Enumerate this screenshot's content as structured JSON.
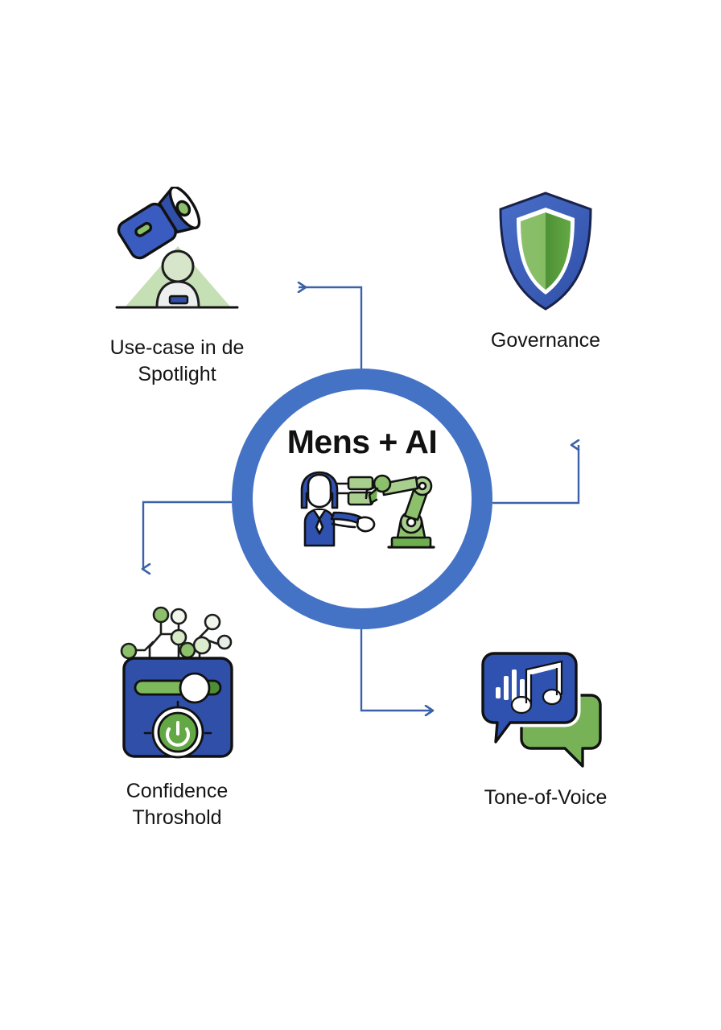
{
  "diagram": {
    "title": "Mens + AI framework wheel",
    "center": {
      "label": "Mens + AI",
      "icon": "human-robot-handshake-icon"
    },
    "colors": {
      "ring_blue": "#4472C4",
      "icon_blue": "#2F4FA8",
      "icon_green": "#6DAE4F",
      "light_green": "#C5E0B4",
      "arrow_blue": "#3B62A8",
      "text_black": "#141414"
    },
    "nodes": [
      {
        "id": "spotlight",
        "label": "Use-case in de\nSpotlight",
        "icon": "spotlight-icon",
        "position": "top-left"
      },
      {
        "id": "governance",
        "label": "Governance",
        "icon": "shield-icon",
        "position": "top-right"
      },
      {
        "id": "confidence",
        "label": "Confidence\nThroshold",
        "icon": "slider-control-panel-icon",
        "position": "bottom-left"
      },
      {
        "id": "tone",
        "label": "Tone-of-Voice",
        "icon": "speech-bubbles-music-icon",
        "position": "bottom-right"
      }
    ],
    "connectors": [
      {
        "id": "to-spotlight",
        "from": "center",
        "to": "spotlight",
        "direction": "left"
      },
      {
        "id": "to-governance",
        "from": "center",
        "to": "governance",
        "direction": "up"
      },
      {
        "id": "to-confidence",
        "from": "center",
        "to": "confidence",
        "direction": "down"
      },
      {
        "id": "to-tone",
        "from": "center",
        "to": "tone",
        "direction": "right"
      }
    ]
  }
}
